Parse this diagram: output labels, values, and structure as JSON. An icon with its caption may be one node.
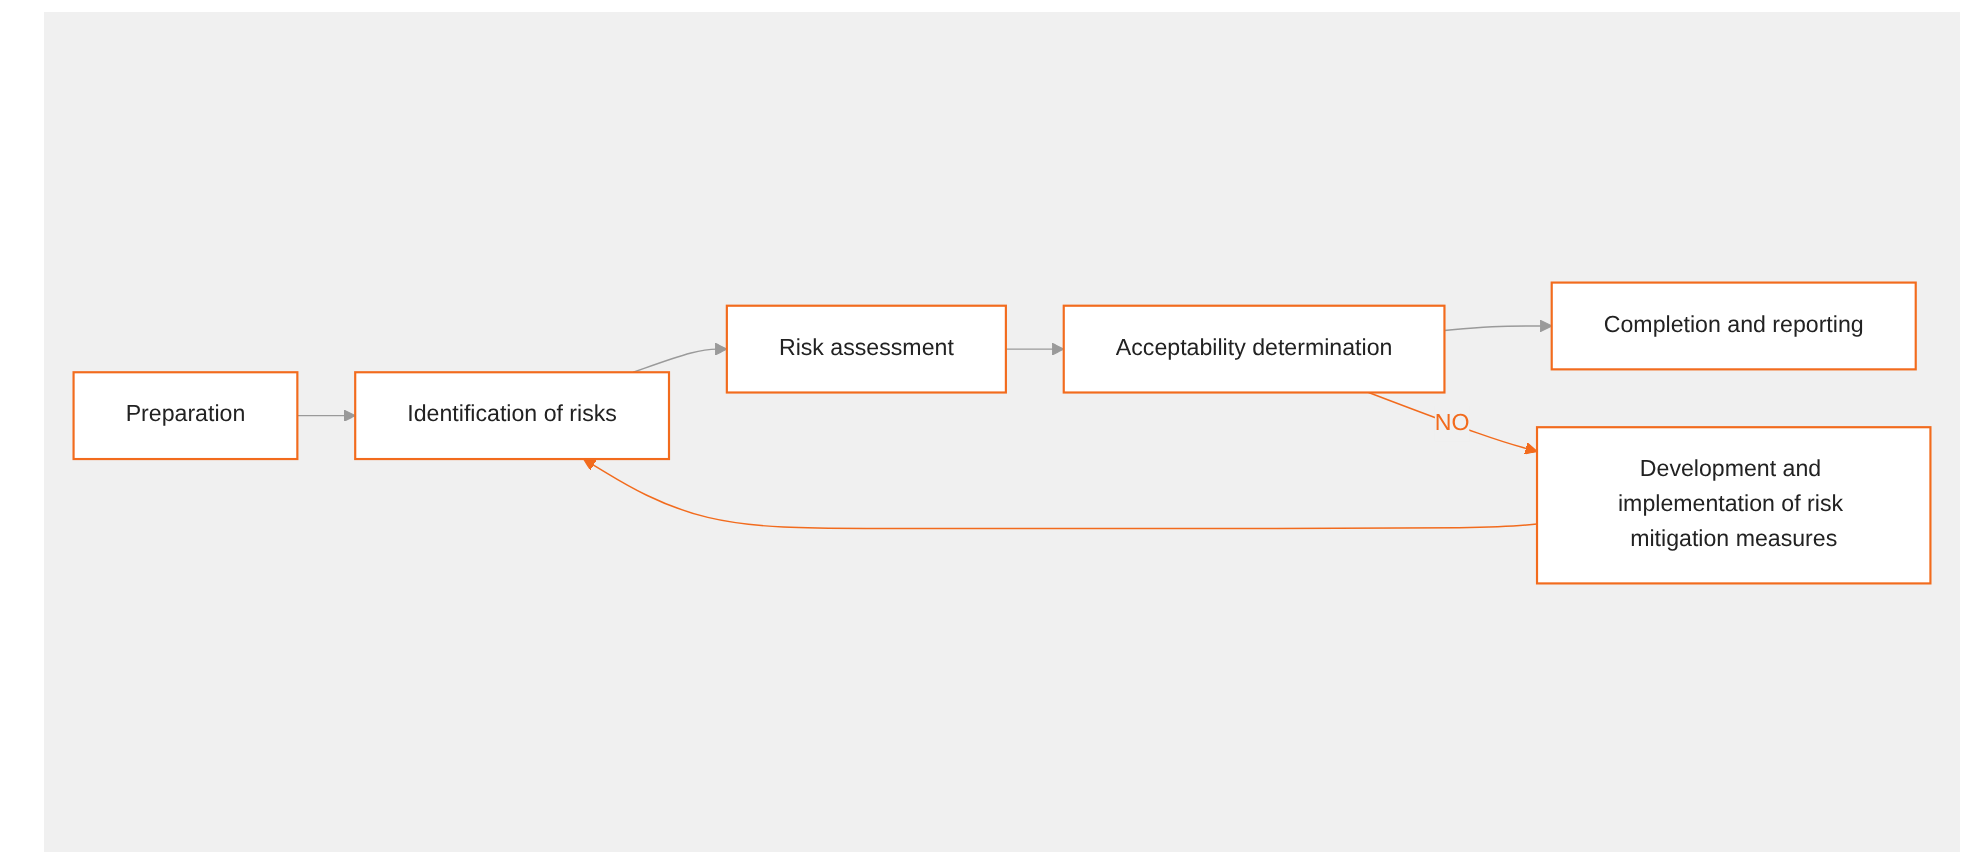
{
  "diagram": {
    "nodes": [
      {
        "text": [
          "Preparation"
        ]
      },
      {
        "text": [
          "Identification of risks"
        ]
      },
      {
        "text": [
          "Risk assessment"
        ]
      },
      {
        "text": [
          "Acceptability determination"
        ]
      },
      {
        "text": [
          "Completion and reporting"
        ]
      },
      {
        "text": [
          "Development and implementation of risk mitigation measures"
        ]
      }
    ],
    "edges": [
      {
        "from": 0,
        "to": 1,
        "arrow": "to"
      },
      {
        "from": 1,
        "to": 2,
        "arrow": "to"
      },
      {
        "from": 2,
        "to": 3,
        "arrow": "to"
      },
      {
        "from": 3,
        "to": 4,
        "arrow": "to"
      },
      {
        "from": 3,
        "to": 5,
        "arrow": "to",
        "label": "NO",
        "color": "#f26b1d"
      },
      {
        "from": 5,
        "to": 1,
        "arrow": "to",
        "color": "#f26b1d"
      }
    ]
  }
}
